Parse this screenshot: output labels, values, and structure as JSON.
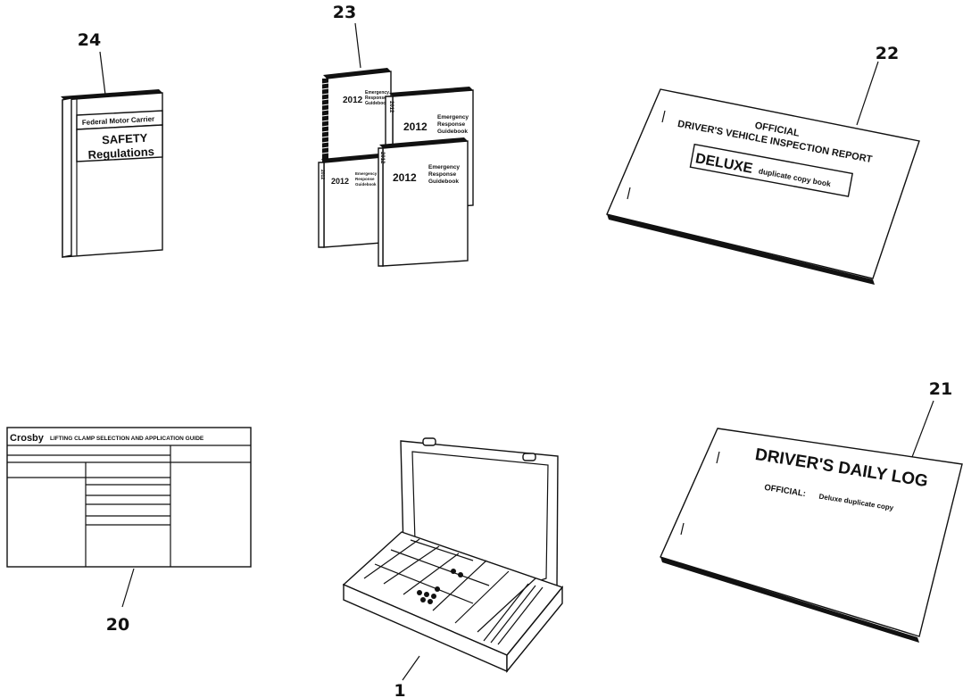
{
  "callouts": {
    "c24": "24",
    "c23": "23",
    "c22": "22",
    "c21": "21",
    "c20": "20",
    "c1": "1"
  },
  "safety_book": {
    "publisher": "Federal Motor Carrier",
    "title_line1": "SAFETY",
    "title_line2": "Regulations"
  },
  "erg_books": {
    "year": "2012",
    "line1": "Emergency",
    "line2": "Response",
    "line3": "Guidebook"
  },
  "inspection_report": {
    "line1": "OFFICIAL",
    "line2": "DRIVER'S VEHICLE INSPECTION REPORT",
    "deluxe": "DELUXE",
    "subtitle": "duplicate copy book"
  },
  "daily_log": {
    "title": "DRIVER'S DAILY LOG",
    "official": "OFFICIAL:",
    "subtitle": "Deluxe duplicate copy"
  },
  "crosby_guide": {
    "brand": "Crosby",
    "title": "LIFTING CLAMP SELECTION AND APPLICATION GUIDE"
  }
}
